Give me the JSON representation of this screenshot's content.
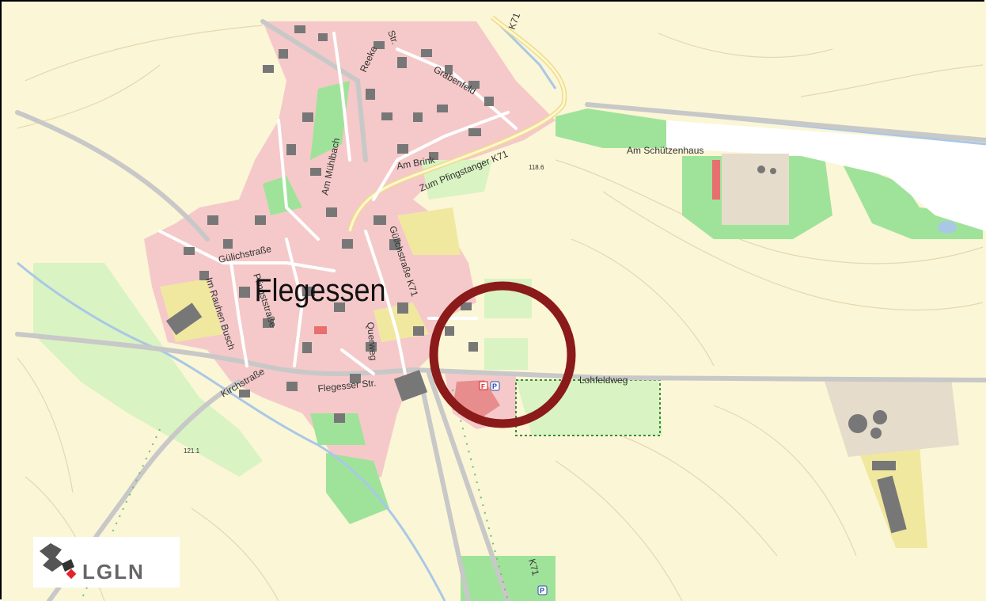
{
  "map": {
    "place_name": "Flegessen",
    "streets": {
      "reeke": "Reeke",
      "str_top": "Str.",
      "k71_top": "K71",
      "grabenfeld": "Grabenfeld",
      "am_muehlbach": "Am Mühlbach",
      "am_brink": "Am Brink",
      "zum_pfingstanger": "Zum Pfingstanger K71",
      "am_schuetzenhaus": "Am Schützenhaus",
      "guelichstrasse_west": "Gülichstraße",
      "guelichstrasse_k71": "Gülichstraße K71",
      "im_rauhen_busch": "Im Rauhen Busch",
      "pfingststrasse": "Pfingststraße",
      "querweg": "Querweg",
      "kirchstrasse": "Kirchstraße",
      "flegesser_str": "Flegesser Str.",
      "lohfeldweg": "Lohfeldweg",
      "k71_south": "K71"
    },
    "elevations": {
      "east": "118.6",
      "west": "121.1"
    },
    "markers": {
      "fire": "F",
      "parking": "P",
      "parking_south": "P"
    },
    "highlight_circle": {
      "color": "#8b1a1a",
      "description_target": "area east of Flegessen at Lohfeldweg"
    },
    "logo": {
      "text": "LGLN"
    },
    "colors": {
      "farmland": "#fbf6d6",
      "settlement": "#f5c9c9",
      "forest": "#9fe39a",
      "meadow": "#d9f3c2",
      "road": "#cfcfcf",
      "water": "#a9c8e6",
      "building": "#777777",
      "special": "#e6dccb"
    }
  }
}
